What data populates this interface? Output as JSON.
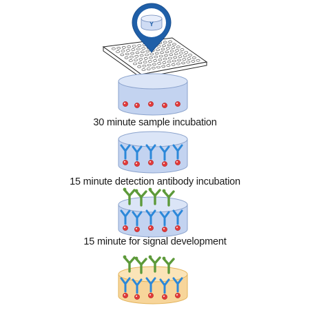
{
  "steps": [
    {
      "label": "30 minute sample incubation"
    },
    {
      "label": "15 minute detection antibody incubation"
    },
    {
      "label": "15 minute for signal development"
    }
  ],
  "pin": {
    "glyph": "Y"
  },
  "colors": {
    "well_blue": "#c3d3f0",
    "well_blue_edge": "#8aa2cc",
    "well_yellow": "#f7d59a",
    "well_yellow_edge": "#e3b35a",
    "pin_blue": "#1f5fa8",
    "capture_antibody": "#2c88d9",
    "detection_antibody": "#5d9a3a",
    "analyte": "#e23a3a"
  }
}
